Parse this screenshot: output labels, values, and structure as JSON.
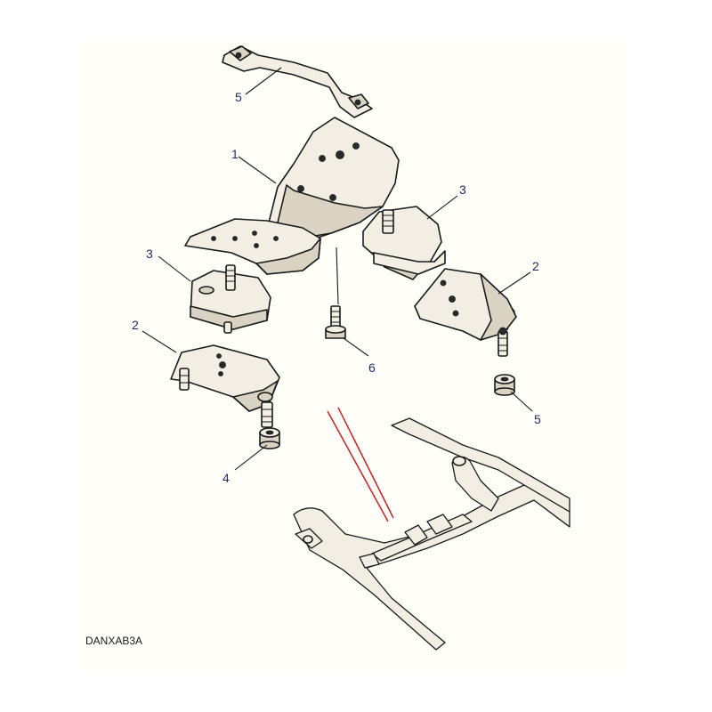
{
  "diagram": {
    "callouts": [
      "1",
      "2",
      "2",
      "3",
      "3",
      "4",
      "5",
      "5",
      "6"
    ],
    "drawing_code": "DANXAB3A",
    "accent_color": "#1e2a6b",
    "highlight_color": "#cc2020"
  }
}
